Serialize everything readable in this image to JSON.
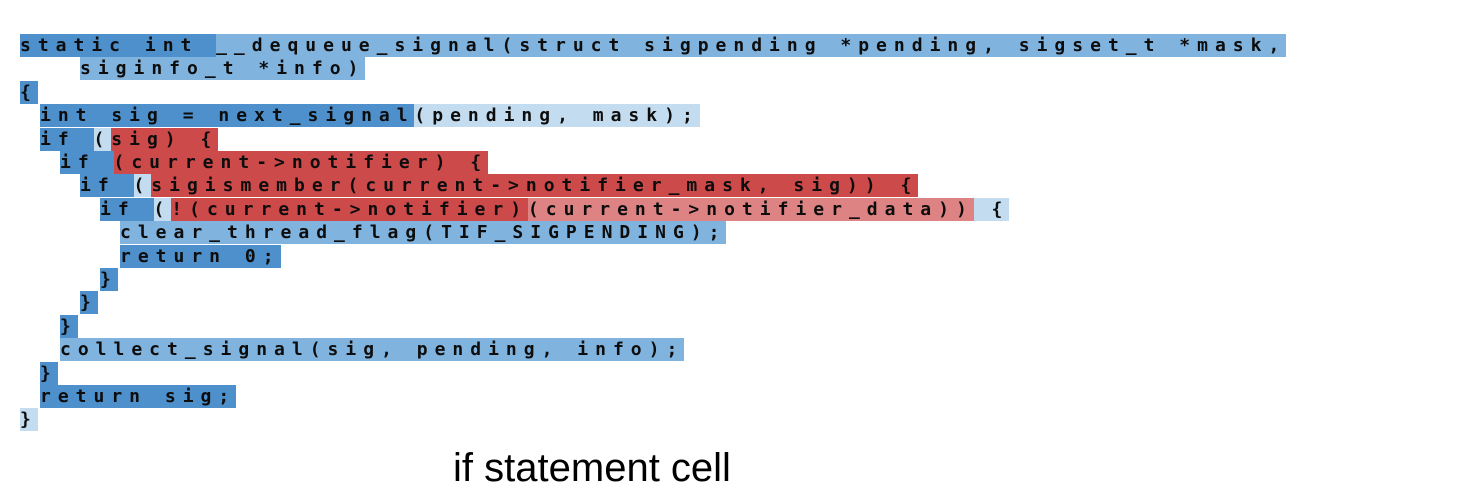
{
  "caption": "if statement cell",
  "colors": {
    "blue_strong": "#4d90cc",
    "blue_mid": "#80b4df",
    "blue_light": "#c4dcf0",
    "red_strong": "#cc4a4a",
    "red_mid": "#de8383",
    "red_light": "#f0c0c0",
    "text": "#0d0d0d"
  },
  "code_lines": [
    {
      "segments": [
        {
          "text": "static int ",
          "color": "blue_strong"
        },
        {
          "text": "__dequeue_signal(struct sigpending *pending, sigset_t *mask,",
          "color": "blue_mid"
        }
      ]
    },
    {
      "segments": [
        {
          "text": "siginfo_t *info)",
          "color": "blue_mid"
        }
      ]
    },
    {
      "segments": [
        {
          "text": "{",
          "color": "blue_strong"
        }
      ]
    },
    {
      "segments": [
        {
          "text": "int sig = next_signal",
          "color": "blue_strong"
        },
        {
          "text": "(pending, mask);",
          "color": "blue_light"
        }
      ]
    },
    {
      "segments": [
        {
          "text": "if ",
          "color": "blue_strong"
        },
        {
          "text": "(",
          "color": "blue_light"
        },
        {
          "text": "sig) {",
          "color": "red_strong"
        }
      ]
    },
    {
      "segments": [
        {
          "text": "if ",
          "color": "blue_strong"
        },
        {
          "text": "(current->notifier) {",
          "color": "red_strong"
        }
      ]
    },
    {
      "segments": [
        {
          "text": "if ",
          "color": "blue_strong"
        },
        {
          "text": "(",
          "color": "blue_light"
        },
        {
          "text": "sigismember(current->notifier_mask, sig)) {",
          "color": "red_strong"
        }
      ]
    },
    {
      "segments": [
        {
          "text": "if ",
          "color": "blue_strong"
        },
        {
          "text": "(",
          "color": "blue_light"
        },
        {
          "text": "!(current->notifier)",
          "color": "red_strong"
        },
        {
          "text": "(current->notifier_data))",
          "color": "red_mid"
        },
        {
          "text": " {",
          "color": "blue_light"
        }
      ]
    },
    {
      "segments": [
        {
          "text": "clear_thread_flag(TIF_SIGPENDING);",
          "color": "blue_mid"
        }
      ]
    },
    {
      "segments": [
        {
          "text": "return 0;",
          "color": "blue_strong"
        }
      ]
    },
    {
      "segments": [
        {
          "text": "}",
          "color": "blue_strong"
        }
      ]
    },
    {
      "segments": [
        {
          "text": "}",
          "color": "blue_strong"
        }
      ]
    },
    {
      "segments": [
        {
          "text": "}",
          "color": "blue_strong"
        }
      ]
    },
    {
      "segments": [
        {
          "text": "collect_signal(sig, pending, info);",
          "color": "blue_mid"
        }
      ]
    },
    {
      "segments": [
        {
          "text": "}",
          "color": "blue_strong"
        }
      ]
    },
    {
      "segments": [
        {
          "text": "return sig;",
          "color": "blue_strong"
        }
      ]
    },
    {
      "segments": [
        {
          "text": "}",
          "color": "blue_light"
        }
      ]
    }
  ]
}
